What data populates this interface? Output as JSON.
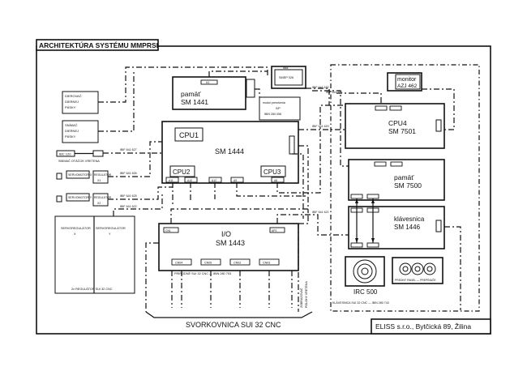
{
  "title": "ARCHITEKTÚRA SYSTÉMU MMPRSI",
  "footer": "ELISS s.r.o., Bytčická 89, Žilina",
  "terminal_block": "SVORKOVNICA SUI 32 CNC",
  "blocks": {
    "pamat_1441": {
      "line1": "pamäť",
      "line2": "SM 1441",
      "port": "A1"
    },
    "cpu1": {
      "label": "CPU1",
      "model": "SM 1444"
    },
    "cpu2": {
      "label": "CPU2",
      "ports": [
        "A11",
        "A10"
      ]
    },
    "cpu3": {
      "label": "CPU3",
      "ports": [
        "A12",
        "A9",
        "A8"
      ]
    },
    "io": {
      "line1": "I/O",
      "line2": "SM 1443",
      "ports_top": [
        "CN1",
        "AP2"
      ],
      "ports_bottom": [
        "CN04",
        "CN05",
        "CN02",
        "CN03"
      ],
      "cable": "PRÍRODNÉ SUI 32 CNC — IBIN 280 753"
    },
    "cpu4": {
      "label": "CPU4",
      "model": "SM 7501"
    },
    "pamat_7500": {
      "line1": "pamäť",
      "line2": "SM 7500"
    },
    "klavesnica": {
      "line1": "klávesnica",
      "line2": "SM 1446"
    },
    "monitor": {
      "line1": "monitor",
      "line2": "AZJ 462"
    },
    "disk": {
      "line1": "disk",
      "line2": "SMEP 026"
    },
    "modul_prerusenia": {
      "line1": "modul prerušenia",
      "line2": "S/P",
      "line3": "IBIN 280 056"
    },
    "irc": {
      "label": "IRC 500"
    },
    "panel": {
      "label": "PREDNÝ PANEL — PREPÍNAČE"
    },
    "keyboard_cable": "KLÁVESNICA SUI 32 CNC — IBIN 280 743",
    "reader": {
      "line1": "DIEROVAČ",
      "line2": "DIERNEJ",
      "line3": "PÁSKY"
    },
    "snimac": {
      "line1": "SNÍMAČ",
      "line2": "DIERNEJ",
      "line3": "PÁSKY"
    },
    "tachometer": {
      "box": "IBC 120",
      "label": "SNÍMAČ OTÁČOK VRETENA"
    },
    "servomotor_x": {
      "label": "SERVOMOTOR X",
      "reg": "REGULÁTOR",
      "reg2": "X1"
    },
    "servomotor_y": {
      "label": "SERVOMOTOR Y",
      "reg": "REGULÁTOR",
      "reg2": "X2"
    },
    "regulator_x": {
      "line1": "SERVOREGULÁTOR",
      "line2": "X"
    },
    "regulator_y": {
      "line1": "SERVOREGULÁTOR",
      "line2": "Y"
    },
    "regulators_footer": "2x REGULÁTOR SUI 32 CNC",
    "hradlo": {
      "line1": "ZOBRAZOVAČ",
      "line2": "POLOHY VRETENA"
    }
  },
  "cables": {
    "c1": "IBIF 641 627",
    "c2": "IBIF 641 626",
    "c3": "IBIF 641 625",
    "c4": "IBIF 641 622",
    "c5": "IBIF 641 632",
    "c6": "IBIF 641 620",
    "c7": "IBIF 641 621",
    "c8": "IBIF 641 631"
  }
}
